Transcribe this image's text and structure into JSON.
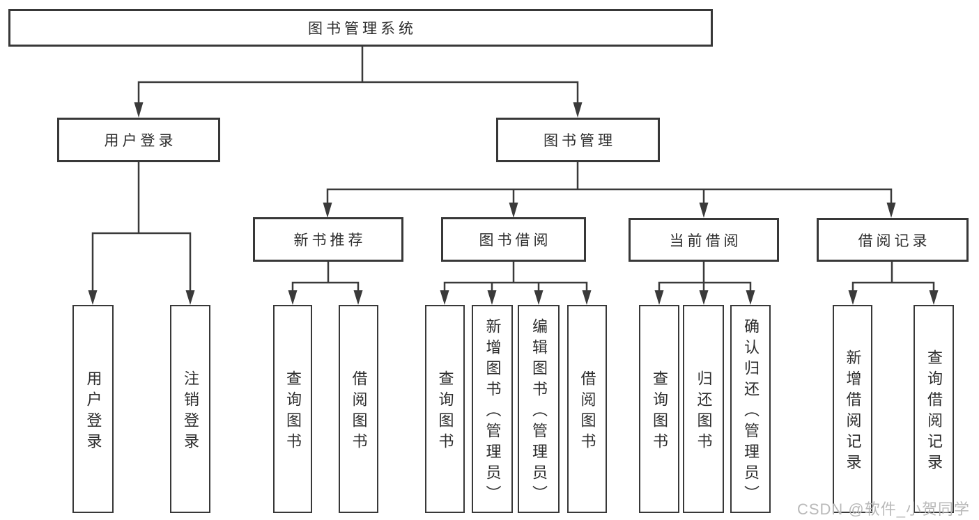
{
  "diagram": {
    "title": "图书管理系统",
    "branches": [
      {
        "label": "用户登录",
        "children": [
          "用户登录",
          "注销登录"
        ]
      },
      {
        "label": "图书管理",
        "sections": [
          {
            "label": "新书推荐",
            "children": [
              "查询图书",
              "借阅图书"
            ]
          },
          {
            "label": "图书借阅",
            "children": [
              "查询图书",
              "新增图书（管理员）",
              "编辑图书（管理员）",
              "借阅图书"
            ]
          },
          {
            "label": "当前借阅",
            "children": [
              "查询图书",
              "归还图书",
              "确认归还（管理员）"
            ]
          },
          {
            "label": "借阅记录",
            "children": [
              "新增借阅记录",
              "查询借阅记录"
            ]
          }
        ]
      }
    ]
  },
  "watermark": {
    "text": "CSDN @软件_小贺同学"
  },
  "colors": {
    "line": "#3a3a3a",
    "box_border": "#383838",
    "text": "#2d2d2d",
    "watermark": "#b9b9b9",
    "background": "#ffffff"
  }
}
